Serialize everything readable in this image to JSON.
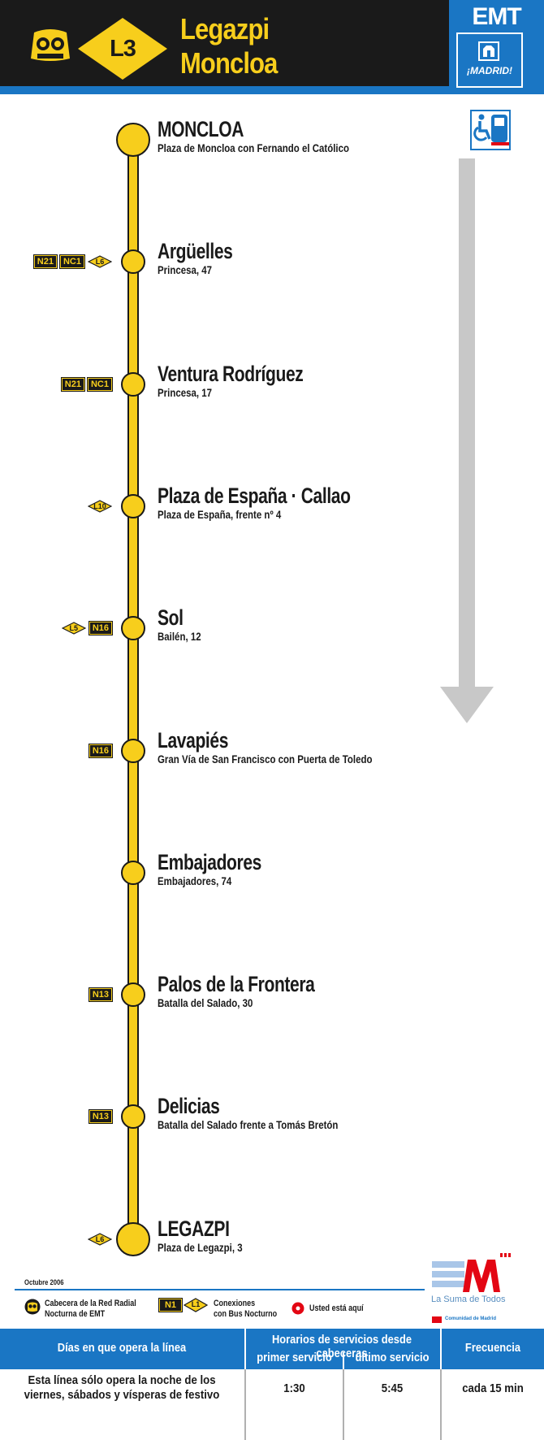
{
  "header": {
    "line_code": "L3",
    "terminal_top": "Legazpi",
    "terminal_bottom": "Moncloa",
    "operator": "EMT",
    "city": "¡MADRID!"
  },
  "stops": [
    {
      "name": "MONCLOA",
      "address": "Plaza de Moncloa con Fernando el Católico",
      "terminal": true,
      "connections": []
    },
    {
      "name": "Argüelles",
      "address": "Princesa, 47",
      "terminal": false,
      "connections": [
        {
          "type": "N",
          "label": "N21"
        },
        {
          "type": "N",
          "label": "NC1"
        },
        {
          "type": "L",
          "label": "L6"
        }
      ]
    },
    {
      "name": "Ventura Rodríguez",
      "address": "Princesa, 17",
      "terminal": false,
      "connections": [
        {
          "type": "N",
          "label": "N21"
        },
        {
          "type": "N",
          "label": "NC1"
        }
      ]
    },
    {
      "name": "Plaza de España · Callao",
      "address": "Plaza de España, frente nº 4",
      "terminal": false,
      "connections": [
        {
          "type": "L",
          "label": "L10"
        }
      ]
    },
    {
      "name": "Sol",
      "address": "Bailén, 12",
      "terminal": false,
      "connections": [
        {
          "type": "L",
          "label": "L5"
        },
        {
          "type": "N",
          "label": "N16"
        }
      ]
    },
    {
      "name": "Lavapiés",
      "address": "Gran Vía de San Francisco con Puerta de Toledo",
      "terminal": false,
      "connections": [
        {
          "type": "N",
          "label": "N16"
        }
      ]
    },
    {
      "name": "Embajadores",
      "address": "Embajadores, 74",
      "terminal": false,
      "connections": []
    },
    {
      "name": "Palos de la Frontera",
      "address": "Batalla del Salado, 30",
      "terminal": false,
      "connections": [
        {
          "type": "N",
          "label": "N13"
        }
      ]
    },
    {
      "name": "Delicias",
      "address": "Batalla del Salado frente a Tomás Bretón",
      "terminal": false,
      "connections": [
        {
          "type": "N",
          "label": "N13"
        }
      ]
    },
    {
      "name": "LEGAZPI",
      "address": "Plaza de Legazpi, 3",
      "terminal": true,
      "connections": [
        {
          "type": "L",
          "label": "L6"
        }
      ]
    }
  ],
  "legend": {
    "date": "Octubre 2006",
    "owl_line1": "Cabecera de la Red Radial",
    "owl_line2": "Nocturna de EMT",
    "conn_n": "N1",
    "conn_l": "L1",
    "conn_line1": "Conexiones",
    "conn_line2": "con Bus Nocturno",
    "here": "Usted está aquí"
  },
  "sponsor": {
    "slogan": "La Suma de Todos",
    "name": "Comunidad de Madrid"
  },
  "schedule": {
    "col_days": "Días en que opera la línea",
    "col_hours": "Horarios de servicios desde cabeceras",
    "col_first": "primer servicio",
    "col_last": "último servicio",
    "col_freq": "Frecuencia",
    "days_line1": "Esta línea sólo opera la noche de los",
    "days_line2": "viernes, sábados y vísperas de festivo",
    "first": "1:30",
    "last": "5:45",
    "freq": "cada 15 min"
  },
  "colors": {
    "line_yellow": "#f7ce1c",
    "emt_blue": "#1a76c4",
    "dark": "#1a1a1a",
    "arrow_gray": "#c8c8c8",
    "here_red": "#e30613"
  }
}
